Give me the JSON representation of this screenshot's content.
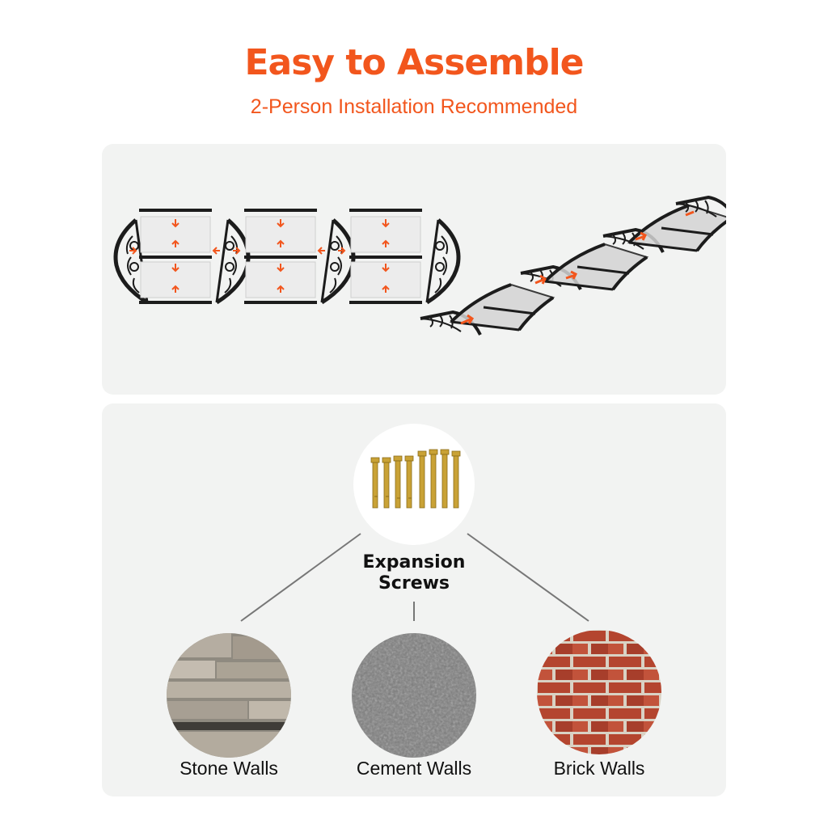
{
  "header": {
    "title": "Easy to Assemble",
    "subtitle": "2-Person Installation Recommended"
  },
  "colors": {
    "accent": "#f2561d",
    "panel": "#f2f3f2",
    "frame": "#1c1c1c",
    "sheet": "#e9e9e9",
    "arrow": "#f2561d"
  },
  "hardware": {
    "label": "Expansion Screws",
    "icon": "expansion-screws-icon"
  },
  "surfaces": [
    {
      "label": "Stone Walls",
      "icon": "stone-wall-texture"
    },
    {
      "label": "Cement Walls",
      "icon": "cement-wall-texture"
    },
    {
      "label": "Brick Walls",
      "icon": "brick-wall-texture"
    }
  ]
}
